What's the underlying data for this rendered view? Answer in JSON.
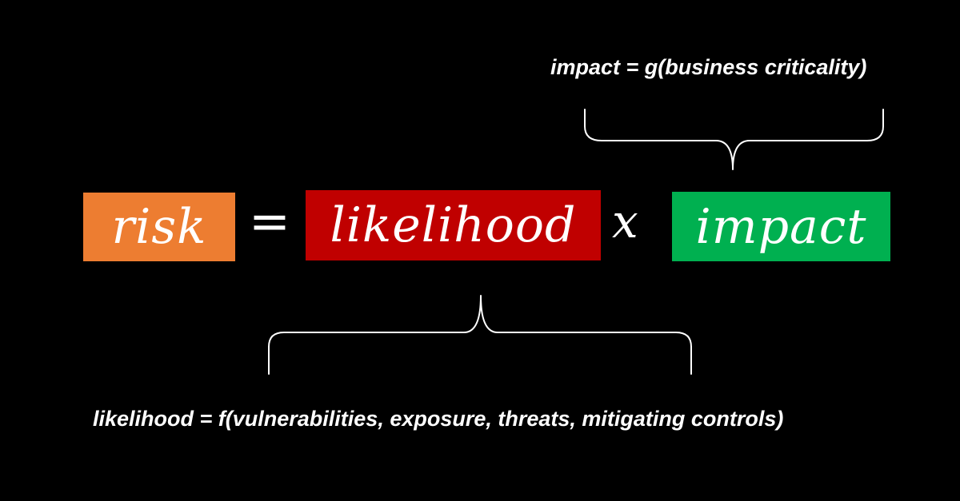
{
  "equation": {
    "risk": {
      "label": "risk",
      "color": "#ED7D31"
    },
    "equals": "=",
    "likelihood": {
      "label": "likelihood",
      "color": "#C00000"
    },
    "times": "x",
    "impact": {
      "label": "impact",
      "color": "#00B050"
    }
  },
  "formulas": {
    "impact": "impact = g(business criticality)",
    "likelihood": "likelihood = f(vulnerabilities, exposure, threats, mitigating controls)"
  },
  "colors": {
    "background": "#000000",
    "text": "#FFFFFF",
    "brace": "#FFFFFF"
  }
}
